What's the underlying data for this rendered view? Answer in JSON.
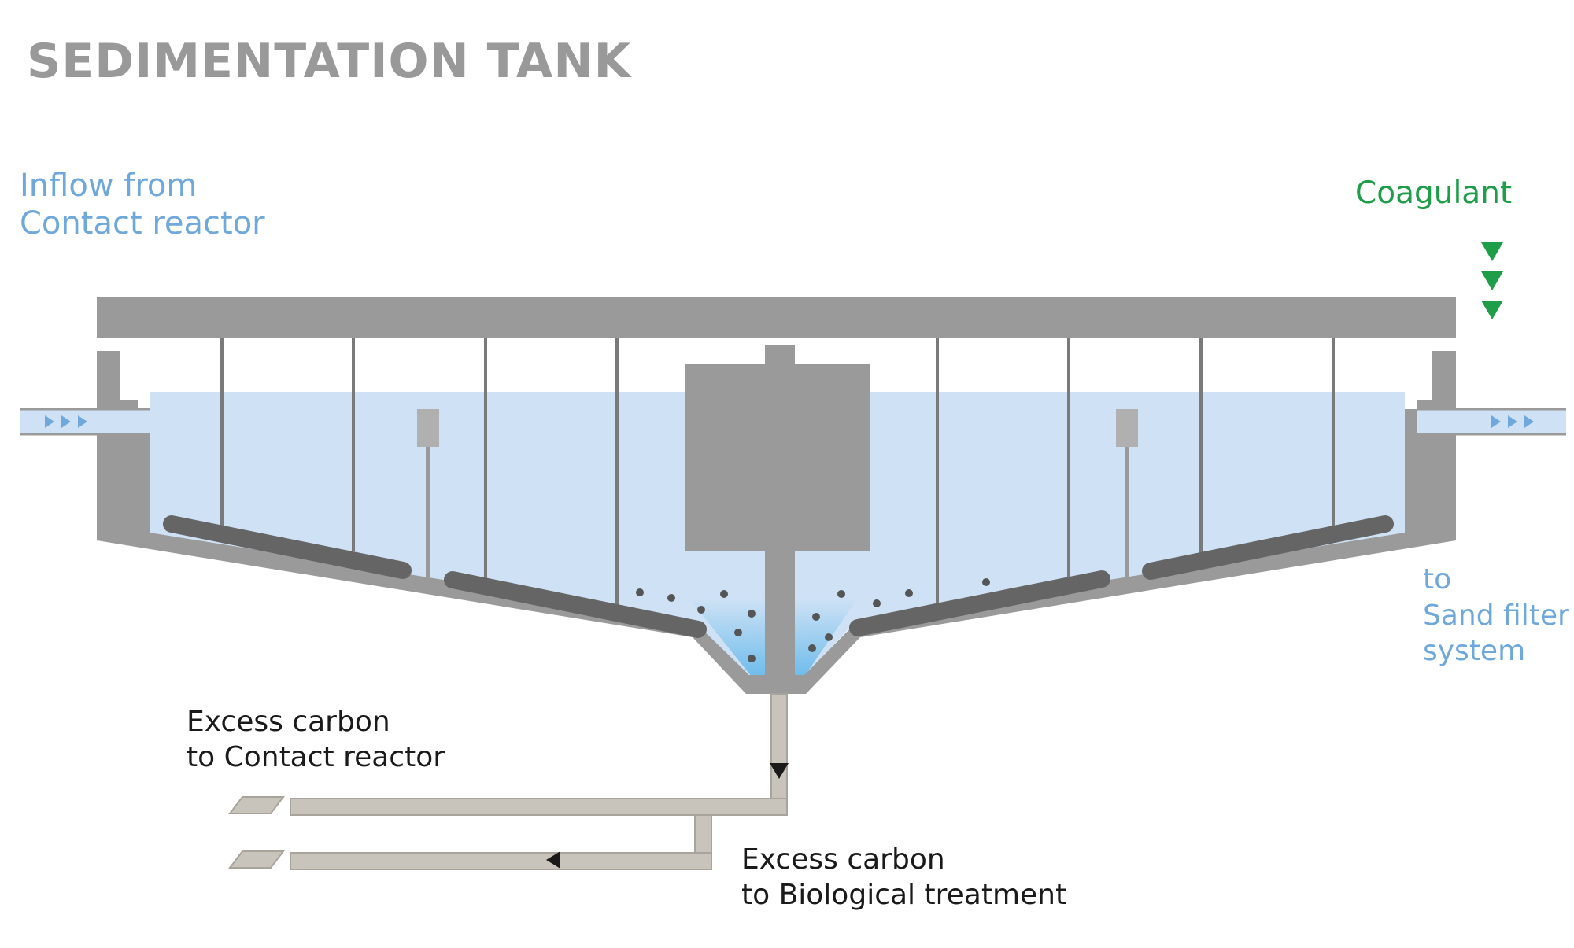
{
  "title": "SEDIMENTATION TANK",
  "inflow": {
    "line1": "Inflow from",
    "line2": "Contact reactor"
  },
  "coagulant": {
    "label": "Coagulant"
  },
  "outflow": {
    "line1": "to",
    "line2": "Sand filter",
    "line3": "system"
  },
  "excess_contact": {
    "line1": "Excess carbon",
    "line2": "to Contact reactor"
  },
  "excess_bio": {
    "line1": "Excess carbon",
    "line2": "to Biological treatment"
  },
  "colors": {
    "structure": "#9a9a9a",
    "water": "#cfe2f5",
    "water_deep": "#5db6ea",
    "scraper": "#656565",
    "pipe": "#c8c4bb",
    "inflow_text": "#6fa8dc",
    "coagulant": "#1e9e48",
    "text": "#1a1a1a"
  }
}
